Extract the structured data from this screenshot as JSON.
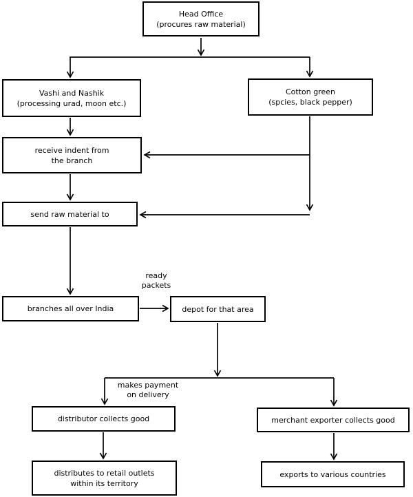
{
  "diagram": {
    "type": "flowchart",
    "colors": {
      "background": "#ffffff",
      "line": "#000000",
      "box_fill": "#ffffff",
      "text": "#000000"
    },
    "nodes": {
      "head_office": {
        "line1": "Head Office",
        "line2": "(procures raw material)"
      },
      "vashi_nashik": {
        "line1": "Vashi and Nashik",
        "line2": "(processing urad, moon etc.)"
      },
      "cotton_green": {
        "line1": "Cotton green",
        "line2": "(spcies, black pepper)"
      },
      "receive_indent": {
        "line1": "receive indent from",
        "line2": "the branch"
      },
      "send_raw_material": {
        "line1": "send raw material to"
      },
      "branches_india": {
        "line1": "branches all over India"
      },
      "depot": {
        "line1": "depot for that area"
      },
      "distributor": {
        "line1": "distributor collects good"
      },
      "merchant_exporter": {
        "line1": "merchant exporter collects good"
      },
      "retail_outlets": {
        "line1": "distributes to retail outlets",
        "line2": "within its territory"
      },
      "exports": {
        "line1": "exports to various countries"
      }
    },
    "edge_labels": {
      "ready_packets": {
        "line1": "ready",
        "line2": "packets"
      },
      "makes_payment": {
        "line1": "makes payment",
        "line2": "on delivery"
      }
    },
    "edges": [
      {
        "from": "head_office",
        "to": "vashi_nashik"
      },
      {
        "from": "head_office",
        "to": "cotton_green"
      },
      {
        "from": "vashi_nashik",
        "to": "receive_indent"
      },
      {
        "from": "cotton_green",
        "to": "receive_indent"
      },
      {
        "from": "receive_indent",
        "to": "send_raw_material"
      },
      {
        "from": "cotton_green",
        "to": "send_raw_material"
      },
      {
        "from": "send_raw_material",
        "to": "branches_india"
      },
      {
        "from": "branches_india",
        "to": "depot",
        "label": "ready packets"
      },
      {
        "from": "depot",
        "to": "distributor",
        "label": "makes payment on delivery"
      },
      {
        "from": "depot",
        "to": "merchant_exporter"
      },
      {
        "from": "distributor",
        "to": "retail_outlets"
      },
      {
        "from": "merchant_exporter",
        "to": "exports"
      }
    ]
  }
}
